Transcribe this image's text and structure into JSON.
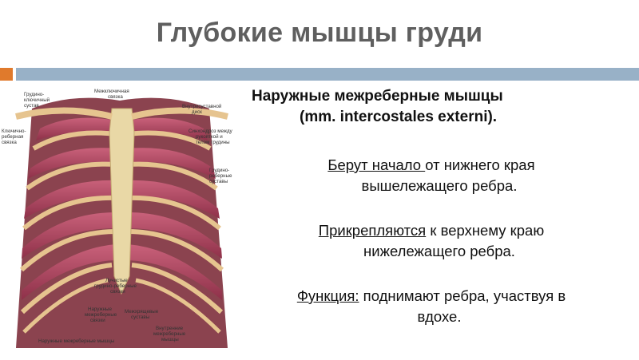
{
  "slide": {
    "title": "Глубокие мышцы груди"
  },
  "figure": {
    "labels": {
      "l1": "Грудино-",
      "l2": "ключичный",
      "l3": "сустав",
      "l4": "Межключичная",
      "l5": "связка",
      "l6": "Внутрисуставной",
      "l7": "диск",
      "l8": "Ключично-",
      "l9": "реберная",
      "l10": "связка",
      "l11": "Синхондроз между",
      "l12": "рукояткой и",
      "l13": "телом грудины",
      "l14": "Грудино-",
      "l15": "реберные",
      "l16": "суставы",
      "l17": "Лучистые",
      "l18": "грудино-реберные",
      "l19": "связки",
      "l20": "Наружные",
      "l21": "межреберные",
      "l22": "связки",
      "l23": "Межхрящевые",
      "l24": "суставы",
      "l25": "Наружные межреберные мышцы",
      "l26": "Внутренние",
      "l27": "межреберные",
      "l28": "мышцы"
    }
  },
  "content": {
    "heading_line1": "Наружные межреберные мышцы",
    "heading_line2": "(mm. intercostales externi).",
    "p1_underlined": "Берут начало ",
    "p1_rest": "от нижнего края",
    "p1_line2": "вышележащего ребра.",
    "p2_underlined": "Прикрепляются",
    "p2_rest": " к верхнему краю",
    "p2_line2": "нижележащего ребра.",
    "p3_underlined": "Функция:",
    "p3_rest": " поднимают ребра, участвуя в",
    "p3_line2": "вдохе."
  },
  "colors": {
    "title": "#5f5f5f",
    "accent_orange": "#e07a2c",
    "accent_blue": "#98b1c7",
    "muscle": "#b8516b",
    "rib": "#e6c48f",
    "sternum": "#e9d8a6"
  }
}
